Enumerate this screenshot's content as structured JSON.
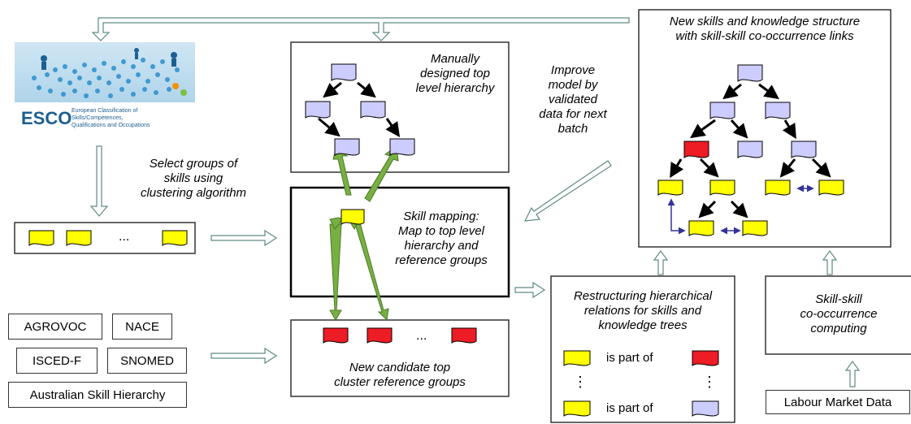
{
  "esco": {
    "logo_text": "ESCO",
    "subtitle_lines": [
      "European Classification of",
      "Skills/Competences,",
      "Qualifications and Occupations"
    ]
  },
  "labels": {
    "select_groups": [
      "Select groups of",
      "skills using",
      "clustering algorithm"
    ],
    "manual_hierarchy": [
      "Manually",
      "designed top",
      "level hierarchy"
    ],
    "improve_model": [
      "Improve",
      "model by",
      "validated",
      "data for next",
      "batch"
    ],
    "new_structure": [
      "New skills and knowledge structure",
      "with skill-skill co-occurrence links"
    ],
    "skill_mapping": [
      "Skill mapping:",
      "Map to top level",
      "hierarchy and",
      "reference groups"
    ],
    "candidate_groups": [
      "New candidate top",
      "cluster reference groups"
    ],
    "restructuring": [
      "Restructuring hierarchical",
      "relations for skills and",
      "knowledge trees"
    ],
    "cooccurrence": [
      "Skill-skill",
      "co-occurrence",
      "computing"
    ],
    "is_part_of_1": "is part of",
    "is_part_of_2": "is part of",
    "vdots_left": "⋮",
    "vdots_right": "⋮",
    "ellipsis_skills": "...",
    "ellipsis_candidates": "..."
  },
  "sources": {
    "agrovoc": "AGROVOC",
    "nace": "NACE",
    "isced": "ISCED-F",
    "snomed": "SNOMED",
    "australian": "Australian Skill Hierarchy",
    "labour": "Labour Market Data"
  },
  "colors": {
    "yellow": "#ffff00",
    "red": "#ee1c24",
    "lavender": "#ccccff",
    "green": "#77b041",
    "gray_arrow": "#8fb5b0",
    "purple_link": "#333399"
  }
}
